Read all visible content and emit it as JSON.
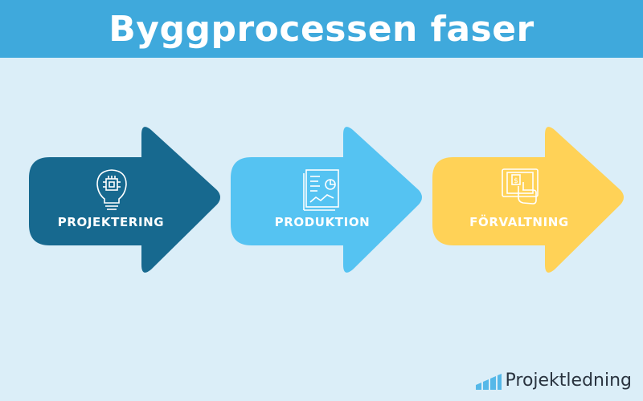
{
  "header": {
    "title": "Byggprocessen faser"
  },
  "phases": [
    {
      "label": "PROJEKTERING",
      "color": "#17698f",
      "icon": "lightbulb-chip-icon"
    },
    {
      "label": "PRODUKTION",
      "color": "#55c3f2",
      "icon": "document-chart-icon"
    },
    {
      "label": "FÖRVALTNING",
      "color": "#ffd257",
      "icon": "tablet-dollar-hand-icon"
    }
  ],
  "brand": {
    "name": "Projektledning",
    "color": "#55b8e8"
  }
}
